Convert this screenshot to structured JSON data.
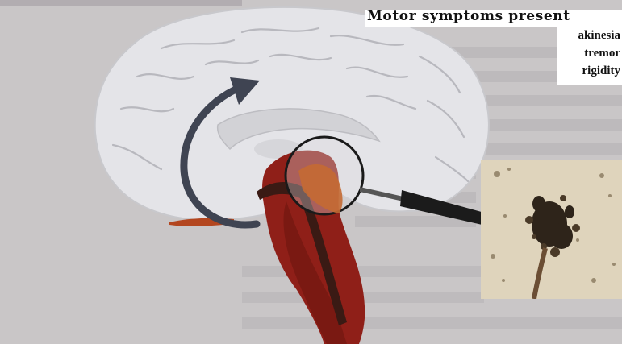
{
  "title": "Motor symptoms present",
  "symptoms": [
    "akinesia",
    "tremor",
    "rigidity"
  ],
  "colors": {
    "background": "#c9c6c7",
    "brain": "#e3e3e7",
    "brainstem": "#8c1d16",
    "striatum_highlight": "#c4703a",
    "arrow": "#3f4452",
    "lens_handle": "#1b1b1b"
  }
}
